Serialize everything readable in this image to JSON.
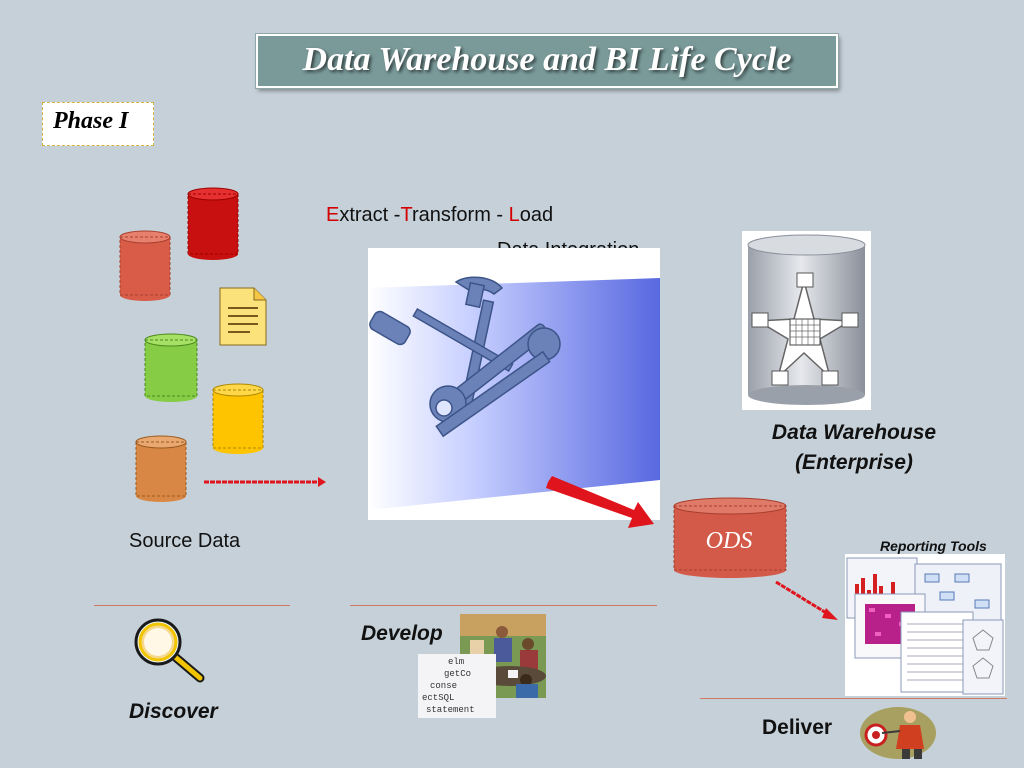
{
  "title": "Data Warehouse and BI Life Cycle",
  "phase": "Phase I",
  "etl": {
    "e_initial": "E",
    "e_rest": "xtract -",
    "t_initial": "T",
    "t_rest": "ransform - ",
    "l_initial": "L",
    "l_rest": "oad"
  },
  "data_integration": "Data Integration",
  "source_data": "Source Data",
  "data_warehouse": {
    "line1": "Data Warehouse",
    "line2": "(Enterprise)"
  },
  "ods": "ODS",
  "reporting_tools": "Reporting Tools",
  "stages": {
    "discover": "Discover",
    "develop": "Develop",
    "deliver": "Deliver"
  },
  "icons": [
    "database-icon",
    "document-icon",
    "tools-icon",
    "star-schema-icon",
    "report-icon",
    "magnifier-icon",
    "meeting-icon",
    "target-icon"
  ],
  "colors": {
    "background": "#c5d0d8",
    "title_bar": "#7a9a9a",
    "arrow": "#e0141c",
    "ods": "#d35a48",
    "divider": "#d07a66"
  }
}
